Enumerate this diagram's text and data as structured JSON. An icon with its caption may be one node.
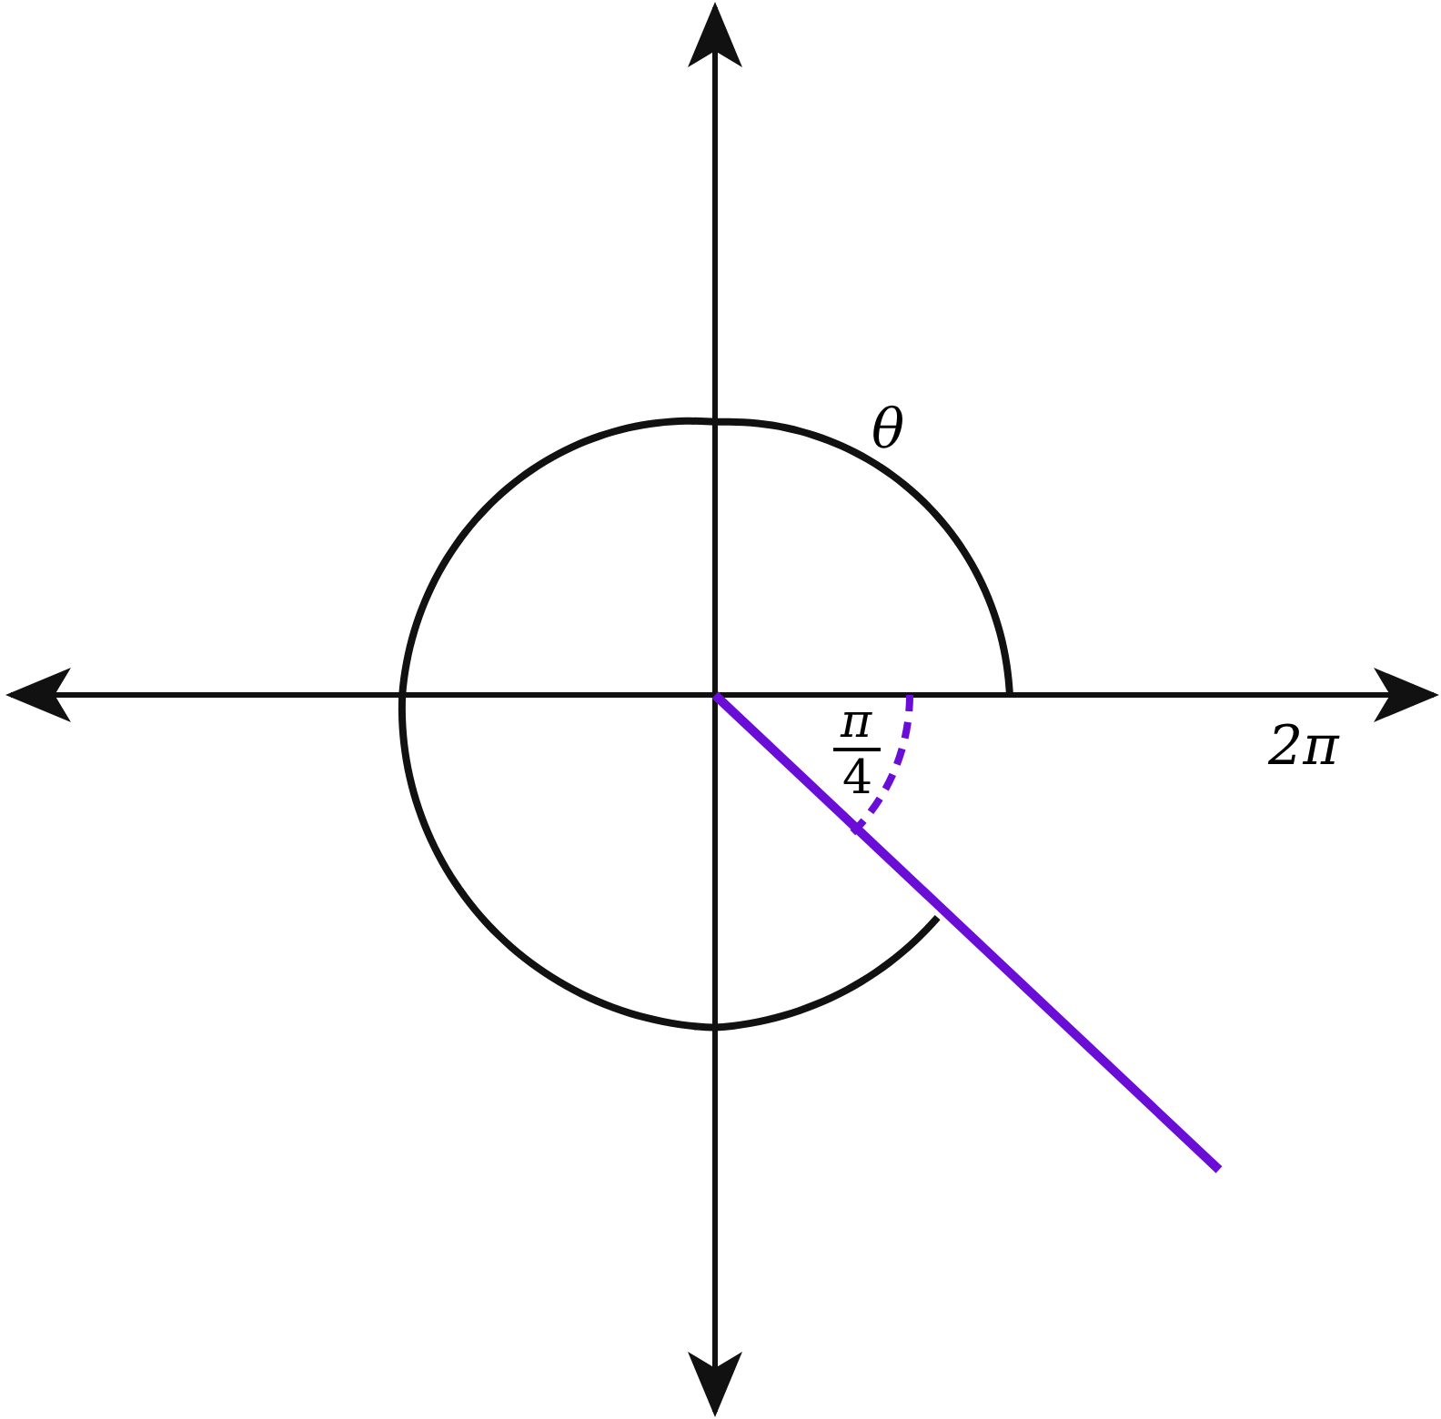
{
  "diagram": {
    "labels": [
      "θ",
      "π",
      "4",
      "2π"
    ]
  }
}
